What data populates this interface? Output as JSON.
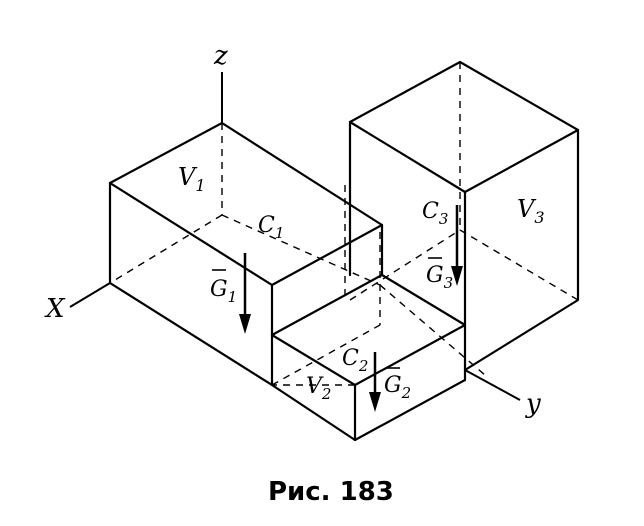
{
  "axes": {
    "x": "X",
    "y": "y",
    "z": "z"
  },
  "volumes": [
    {
      "name": "V",
      "sub": "1"
    },
    {
      "name": "V",
      "sub": "2"
    },
    {
      "name": "V",
      "sub": "3"
    }
  ],
  "centers": [
    {
      "name": "C",
      "sub": "1"
    },
    {
      "name": "C",
      "sub": "2"
    },
    {
      "name": "C",
      "sub": "3"
    }
  ],
  "weights": [
    {
      "name": "G",
      "sub": "1"
    },
    {
      "name": "G",
      "sub": "2"
    },
    {
      "name": "G",
      "sub": "3"
    }
  ],
  "caption": "Рис. 183"
}
